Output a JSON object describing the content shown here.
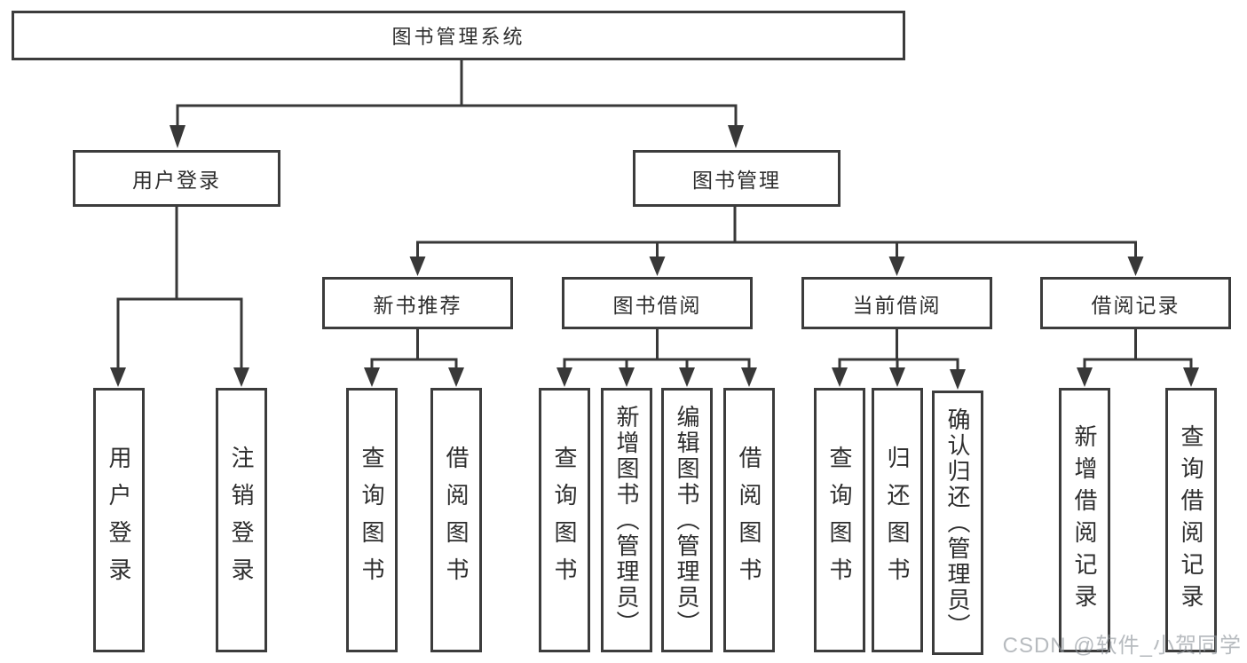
{
  "tree": {
    "label": "图书管理系统",
    "children": [
      {
        "label": "用户登录",
        "children": [
          {
            "label": "用户登录"
          },
          {
            "label": "注销登录"
          }
        ]
      },
      {
        "label": "图书管理",
        "children": [
          {
            "label": "新书推荐",
            "children": [
              {
                "label": "查询图书"
              },
              {
                "label": "借阅图书"
              }
            ]
          },
          {
            "label": "图书借阅",
            "children": [
              {
                "label": "查询图书"
              },
              {
                "label": "新增图书（管理员）"
              },
              {
                "label": "编辑图书（管理员）"
              },
              {
                "label": "借阅图书"
              }
            ]
          },
          {
            "label": "当前借阅",
            "children": [
              {
                "label": "查询图书"
              },
              {
                "label": "归还图书"
              },
              {
                "label": "确认归还（管理员）"
              }
            ]
          },
          {
            "label": "借阅记录",
            "children": [
              {
                "label": "新增借阅记录"
              },
              {
                "label": "查询借阅记录"
              }
            ]
          }
        ]
      }
    ]
  },
  "watermark": {
    "text": "CSDN @软件_小贺同学"
  },
  "colors": {
    "line": "#383838",
    "box_border": "#3c3c3c",
    "text": "#2e2e2e",
    "background": "#ffffff",
    "watermark_gray": "#91969c"
  }
}
